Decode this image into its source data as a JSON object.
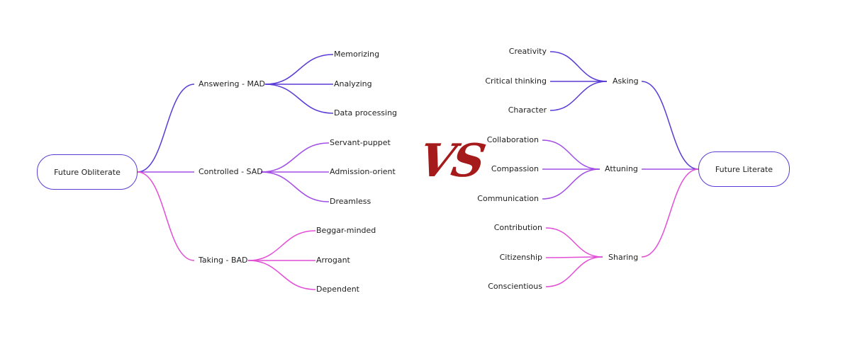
{
  "colors": {
    "purple": "#5b3bd6",
    "violet": "#a24ee6",
    "pink": "#e24fd6",
    "vs": "#a51a1a"
  },
  "vs_label": "VS",
  "left": {
    "root": "Future Obliterate",
    "branches": [
      {
        "label": "Answering - MAD",
        "children": [
          "Memorizing",
          "Analyzing",
          "Data processing"
        ]
      },
      {
        "label": "Controlled - SAD",
        "children": [
          "Servant-puppet",
          "Admission-orient",
          "Dreamless"
        ]
      },
      {
        "label": "Taking - BAD",
        "children": [
          "Beggar-minded",
          "Arrogant",
          "Dependent"
        ]
      }
    ]
  },
  "right": {
    "root": "Future Literate",
    "branches": [
      {
        "label": "Asking",
        "children": [
          "Creativity",
          "Critical thinking",
          "Character"
        ]
      },
      {
        "label": "Attuning",
        "children": [
          "Collaboration",
          "Compassion",
          "Communication"
        ]
      },
      {
        "label": "Sharing",
        "children": [
          "Contribution",
          "Citizenship",
          "Conscientious"
        ]
      }
    ]
  }
}
